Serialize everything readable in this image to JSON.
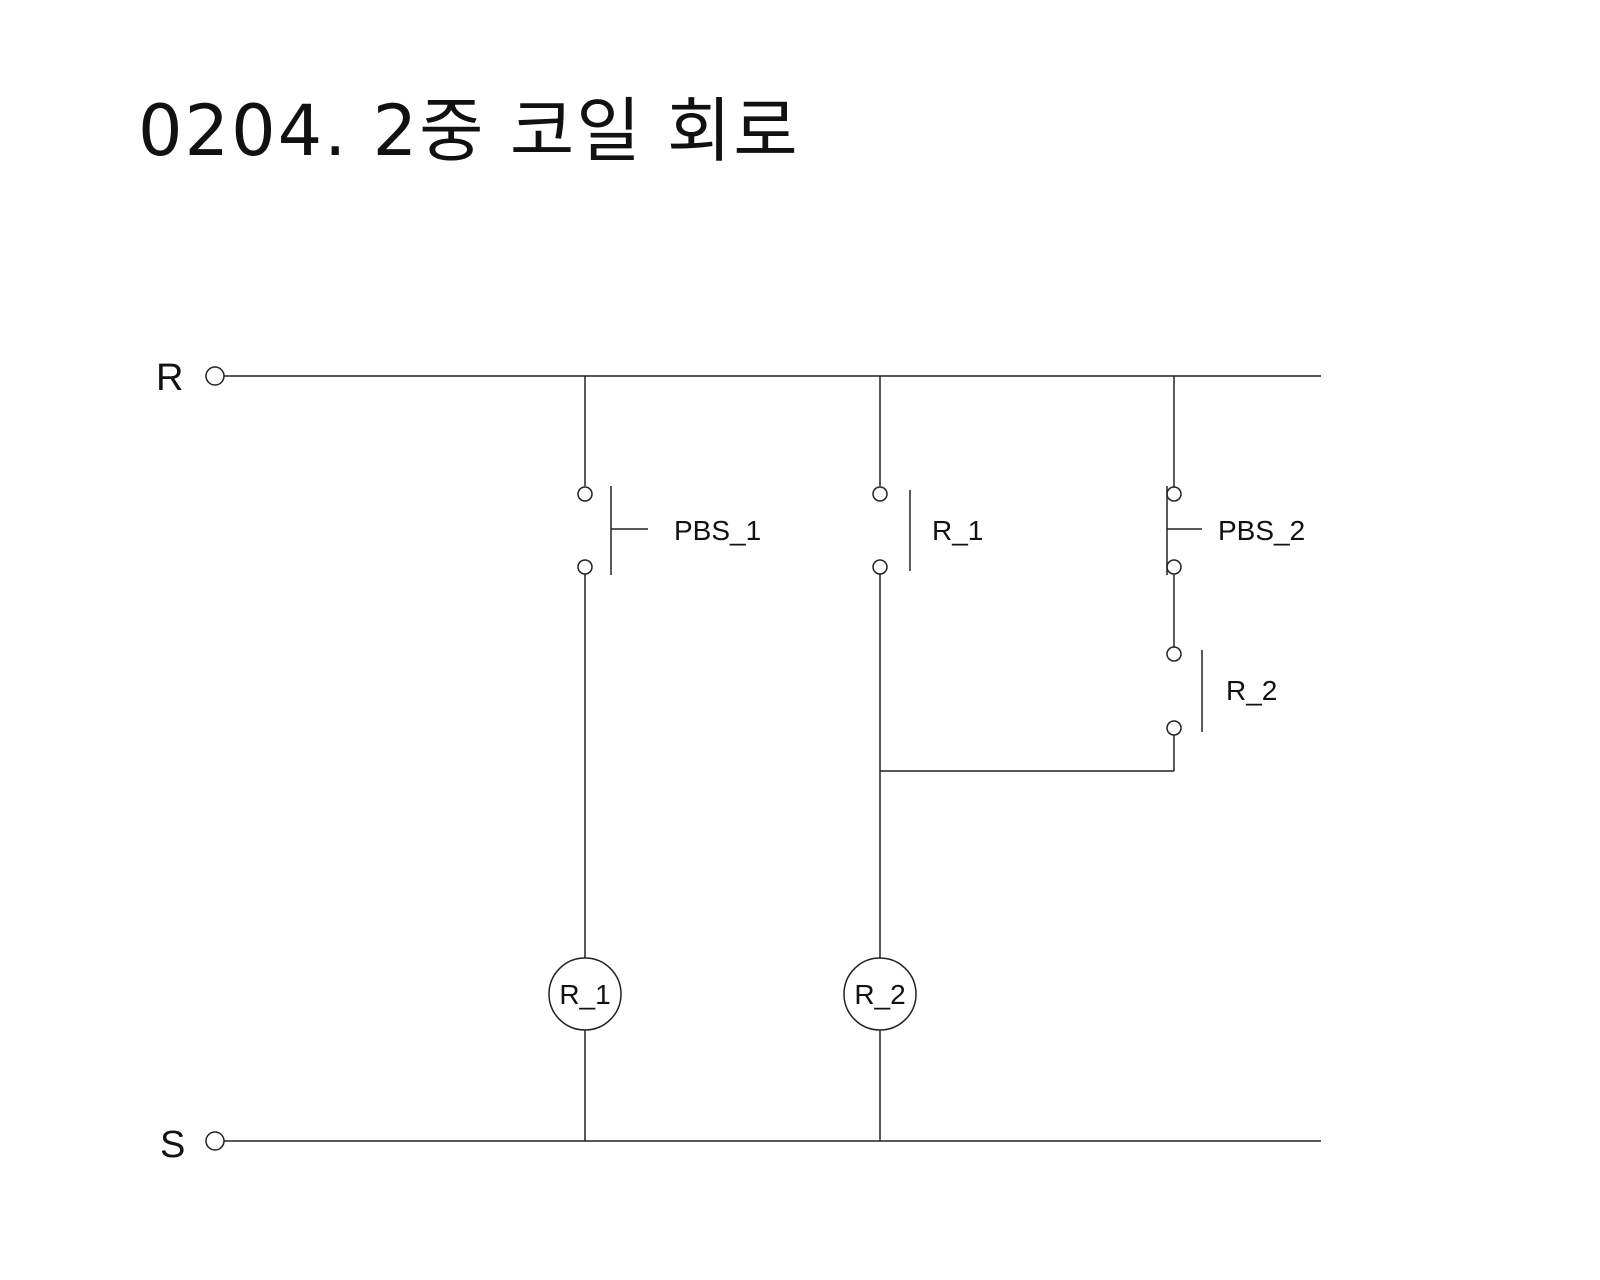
{
  "title": "0204. 2중 코일 회로",
  "rails": {
    "top_label": "R",
    "bottom_label": "S"
  },
  "contacts": {
    "pbs1": "PBS_1",
    "r1": "R_1",
    "pbs2": "PBS_2",
    "r2": "R_2"
  },
  "coils": {
    "r1": "R_1",
    "r2": "R_2"
  },
  "colors": {
    "line": "#222222",
    "background": "#ffffff"
  }
}
